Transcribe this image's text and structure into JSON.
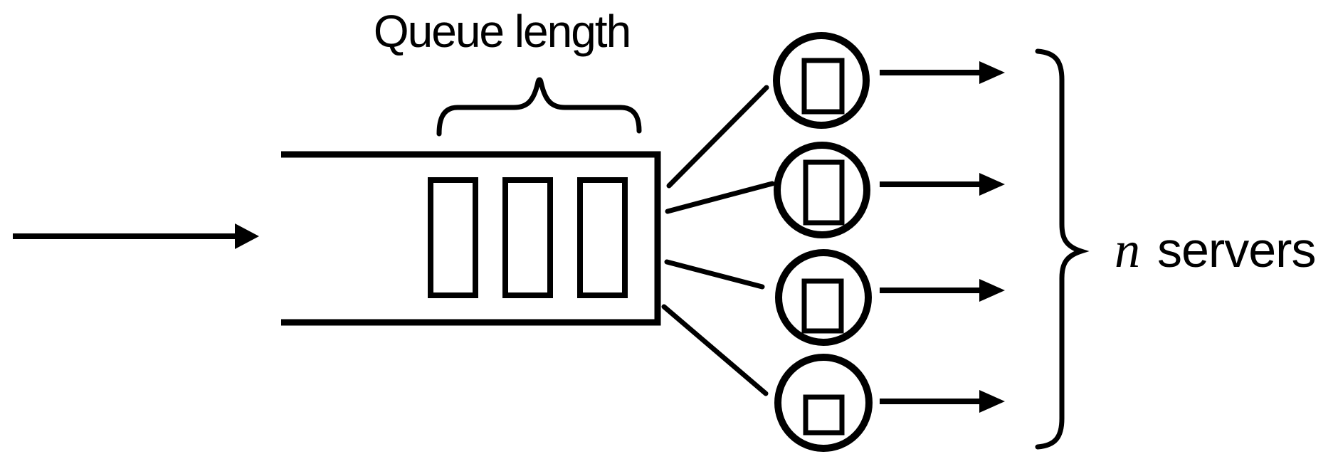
{
  "figure": {
    "type": "queueing-system-diagram",
    "labels": {
      "queue_length": "Queue length",
      "servers_variable": "n",
      "servers_word": "servers"
    },
    "queue": {
      "jobs_waiting": 3,
      "open_side": "left"
    },
    "servers": {
      "count_shown": 4,
      "count_symbolic": "n",
      "job_inside_each": true
    },
    "arrows": {
      "arrival_count": 1,
      "departure_count": 4
    },
    "colors": {
      "ink": "#000000",
      "background": "#ffffff"
    }
  }
}
